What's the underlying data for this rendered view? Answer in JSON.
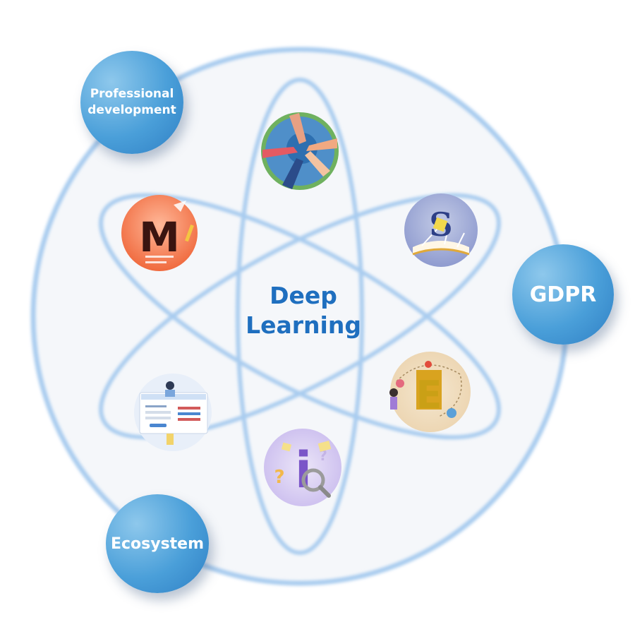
{
  "center": {
    "line1": "Deep",
    "line2": "Learning"
  },
  "nodes": {
    "professional_development": {
      "line1": "Professional",
      "line2": "development"
    },
    "gdpr": {
      "label": "GDPR"
    },
    "ecosystem": {
      "label": "Ecosystem"
    }
  },
  "badges": {
    "m_letter": "M",
    "s_letter": "S",
    "e_letter": "E",
    "i_letter": "i"
  },
  "colors": {
    "orbit": "#a9ccef",
    "center_text": "#1f6fbf",
    "bubble": "#4a9fd9"
  }
}
